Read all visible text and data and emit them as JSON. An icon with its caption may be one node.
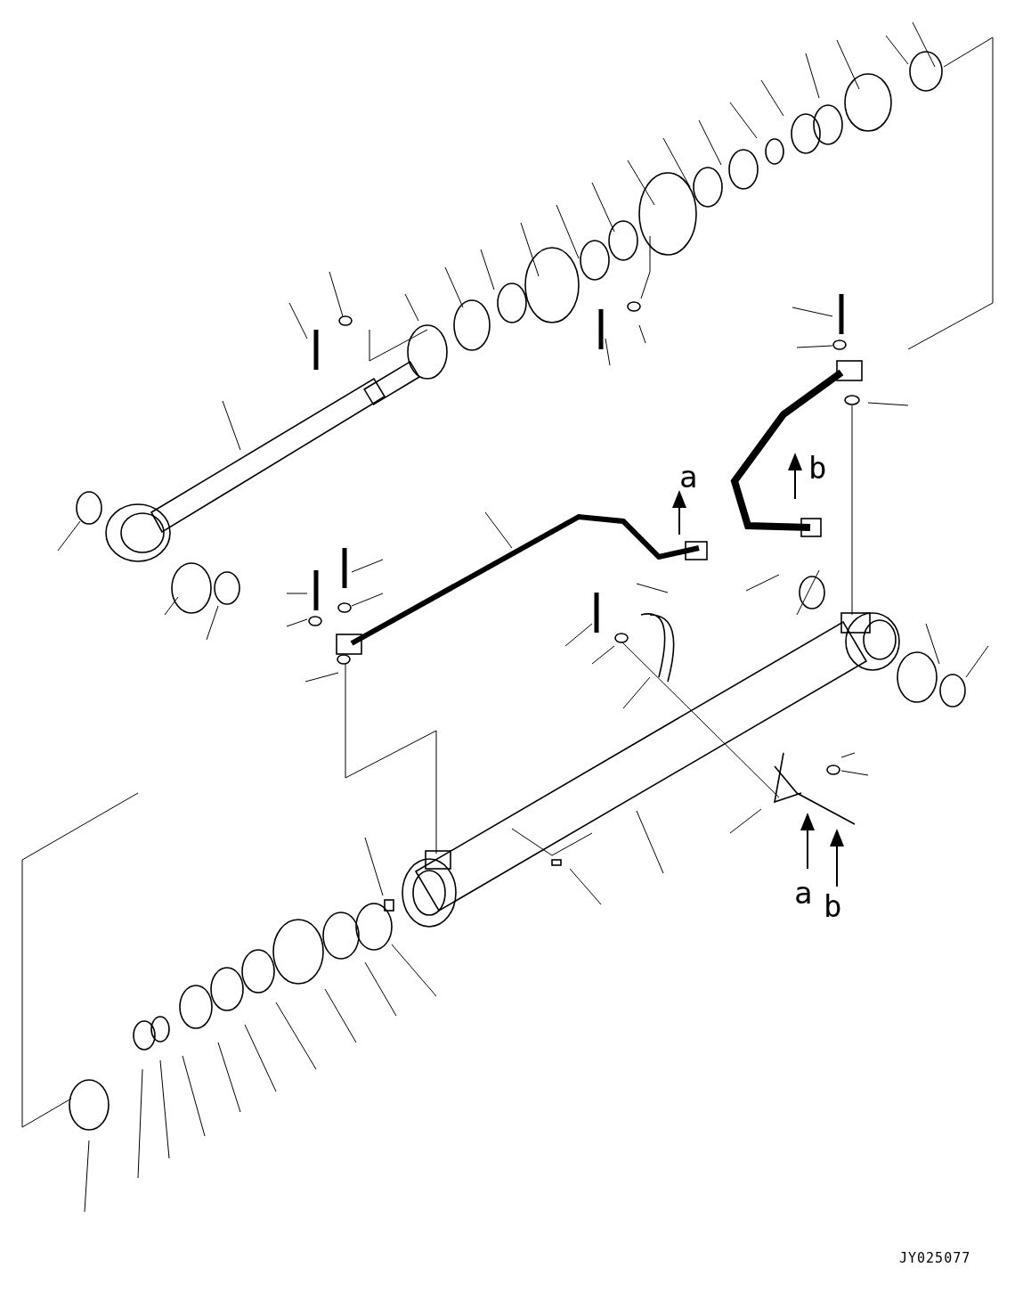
{
  "diagram": {
    "labels": [
      "a",
      "b",
      "a",
      "b",
      "JY025077"
    ]
  }
}
